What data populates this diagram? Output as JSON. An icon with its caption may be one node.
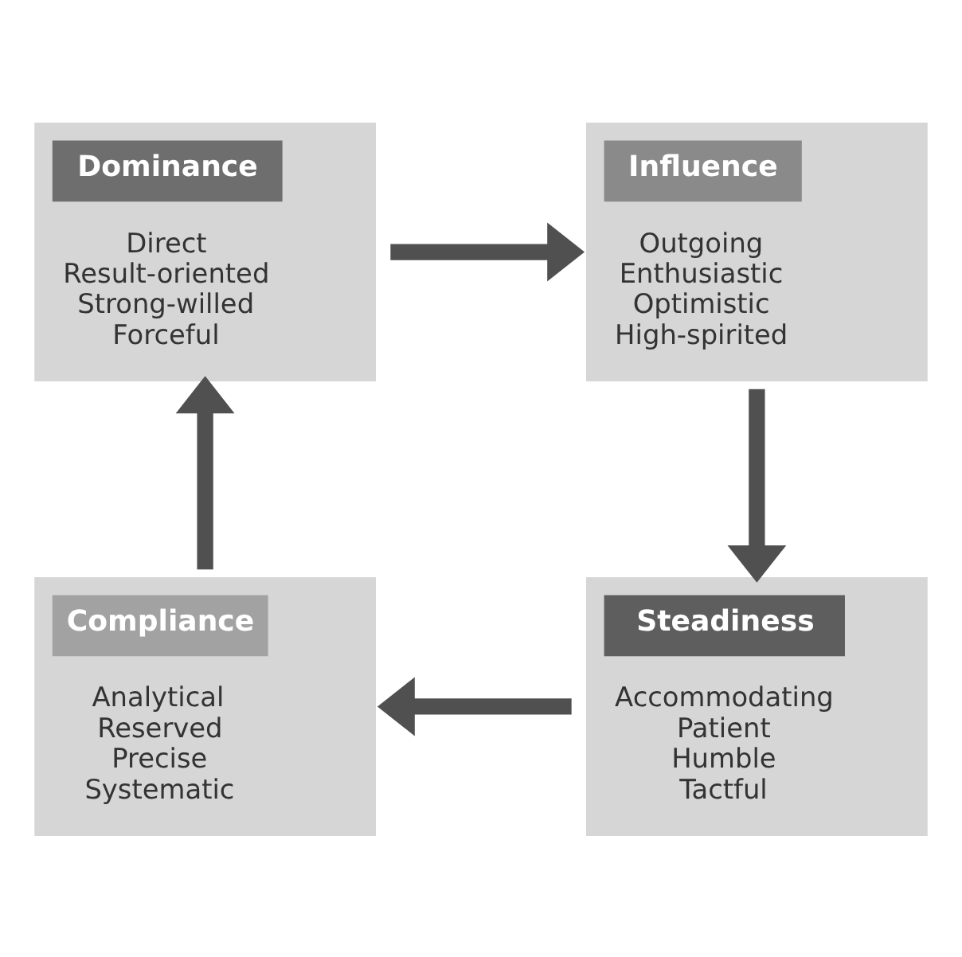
{
  "diagram": {
    "nodes": [
      {
        "text": [
          "Dominance",
          "Direct Result-oriented Strong-willed Forceful"
        ]
      },
      {
        "text": [
          "Influence",
          "Outgoing Enthusiastic Optimistic High-spirited"
        ]
      },
      {
        "text": [
          "Steadiness",
          "Accommodating Patient Humble Tactful"
        ]
      },
      {
        "text": [
          "Compliance",
          "Analytical Reserved Precise Systematic"
        ]
      }
    ],
    "edges": [
      {
        "from": 0,
        "to": 1,
        "arrow": "to"
      },
      {
        "from": 1,
        "to": 2,
        "arrow": "to"
      },
      {
        "from": 2,
        "to": 3,
        "arrow": "to"
      },
      {
        "from": 3,
        "to": 0,
        "arrow": "to"
      }
    ]
  }
}
